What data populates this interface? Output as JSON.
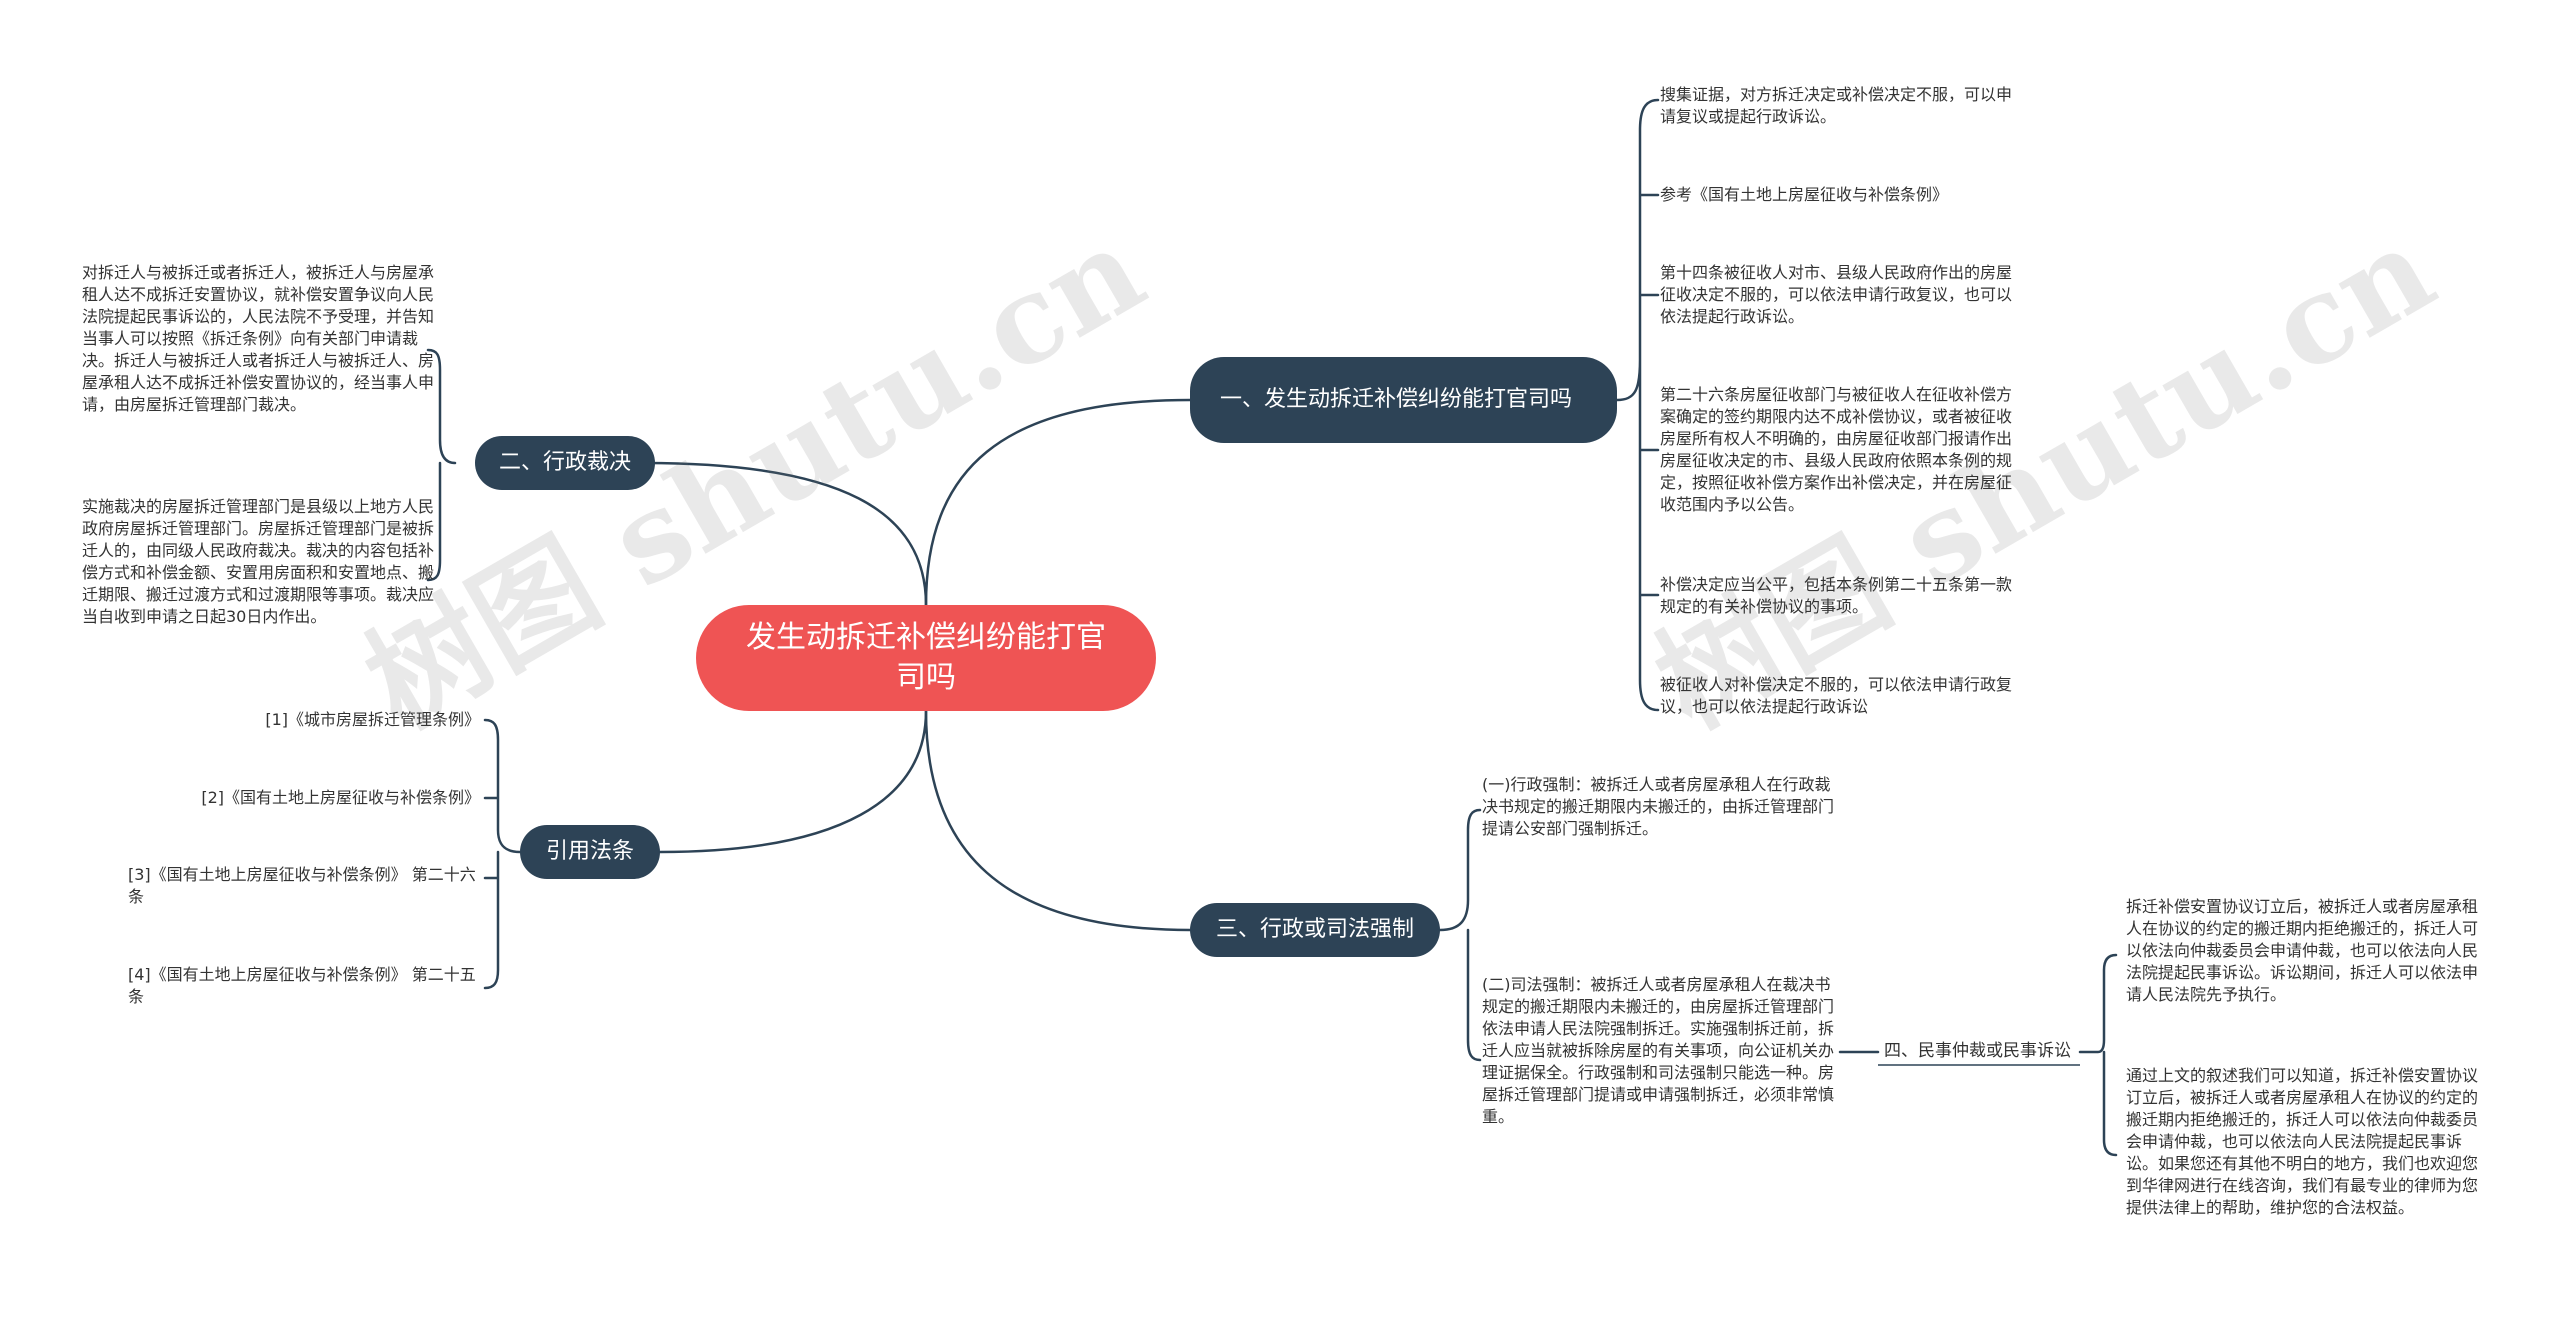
{
  "watermark": "树图 shutu.cn",
  "root": {
    "title": "发生动拆迁补偿纠纷能打官司吗"
  },
  "branches": {
    "b1": {
      "label": "一、发生动拆迁补偿纠纷能打官司吗"
    },
    "b2": {
      "label": "二、行政裁决"
    },
    "b3": {
      "label": "三、行政或司法强制"
    },
    "b4": {
      "label": "引用法条"
    },
    "b5": {
      "label": "四、民事仲裁或民事诉讼"
    }
  },
  "notes": {
    "n1": "搜集证据，对方拆迁决定或补偿决定不服，可以申请复议或提起行政诉讼。",
    "n2": "参考《国有土地上房屋征收与补偿条例》",
    "n3": "第十四条被征收人对市、县级人民政府作出的房屋征收决定不服的，可以依法申请行政复议，也可以依法提起行政诉讼。",
    "n4": "第二十六条房屋征收部门与被征收人在征收补偿方案确定的签约期限内达不成补偿协议，或者被征收房屋所有权人不明确的，由房屋征收部门报请作出房屋征收决定的市、县级人民政府依照本条例的规定，按照征收补偿方案作出补偿决定，并在房屋征收范围内予以公告。",
    "n5": "补偿决定应当公平，包括本条例第二十五条第一款规定的有关补偿协议的事项。",
    "n6": "被征收人对补偿决定不服的，可以依法申请行政复议，也可以依法提起行政诉讼",
    "n7": "对拆迁人与被拆迁或者拆迁人，被拆迁人与房屋承租人达不成拆迁安置协议，就补偿安置争议向人民法院提起民事诉讼的，人民法院不予受理，并告知当事人可以按照《拆迁条例》向有关部门申请裁决。拆迁人与被拆迁人或者拆迁人与被拆迁人、房屋承租人达不成拆迁补偿安置协议的，经当事人申请，由房屋拆迁管理部门裁决。",
    "n8": "实施裁决的房屋拆迁管理部门是县级以上地方人民政府房屋拆迁管理部门。房屋拆迁管理部门是被拆迁人的，由同级人民政府裁决。裁决的内容包括补偿方式和补偿金额、安置用房面积和安置地点、搬迁期限、搬迁过渡方式和过渡期限等事项。裁决应当自收到申请之日起30日内作出。",
    "n9": "(一)行政强制：被拆迁人或者房屋承租人在行政裁决书规定的搬迁期限内未搬迁的，由拆迁管理部门提请公安部门强制拆迁。",
    "n10": "(二)司法强制：被拆迁人或者房屋承租人在裁决书规定的搬迁期限内未搬迁的，由房屋拆迁管理部门依法申请人民法院强制拆迁。实施强制拆迁前，拆迁人应当就被拆除房屋的有关事项，向公证机关办理证据保全。行政强制和司法强制只能选一种。房屋拆迁管理部门提请或申请强制拆迁，必须非常慎重。",
    "n11": "拆迁补偿安置协议订立后，被拆迁人或者房屋承租人在协议的约定的搬迁期内拒绝搬迁的，拆迁人可以依法向仲裁委员会申请仲裁，也可以依法向人民法院提起民事诉讼。诉讼期间，拆迁人可以依法申请人民法院先予执行。",
    "n12": "通过上文的叙述我们可以知道，拆迁补偿安置协议订立后，被拆迁人或者房屋承租人在协议的约定的搬迁期内拒绝搬迁的，拆迁人可以依法向仲裁委员会申请仲裁，也可以依法向人民法院提起民事诉讼。如果您还有其他不明白的地方，我们也欢迎您到华律网进行在线咨询，我们有最专业的律师为您提供法律上的帮助，维护您的合法权益。",
    "r1": "[1]《城市房屋拆迁管理条例》",
    "r2": "[2]《国有土地上房屋征收与补偿条例》",
    "r3": "[3]《国有土地上房屋征收与补偿条例》 第二十六条",
    "r4": "[4]《国有土地上房屋征收与补偿条例》 第二十五条"
  }
}
